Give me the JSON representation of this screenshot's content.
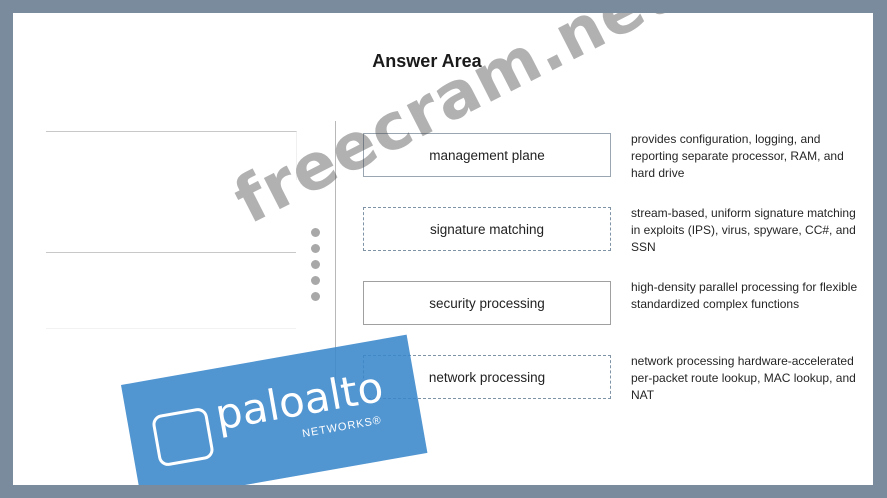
{
  "slide": {
    "title": "Answer Area"
  },
  "answers": [
    {
      "label": "management plane",
      "description": "provides configuration, logging, and reporting separate processor, RAM, and hard drive"
    },
    {
      "label": "signature matching",
      "description": "stream-based, uniform signature matching in exploits (IPS), virus, spyware, CC#, and SSN"
    },
    {
      "label": "security processing",
      "description": "high-density parallel processing for flexible standardized complex functions"
    },
    {
      "label": "network processing",
      "description": "network processing hardware-accelerated per-packet route lookup, MAC lookup, and NAT"
    }
  ],
  "watermark": {
    "text": "freecram.net"
  },
  "logo": {
    "name": "paloalto",
    "sub": "NETWORKS®",
    "icon": "paloalto-logo-icon"
  },
  "colors": {
    "background": "#7a8b9d",
    "logo": "#3986cb"
  }
}
